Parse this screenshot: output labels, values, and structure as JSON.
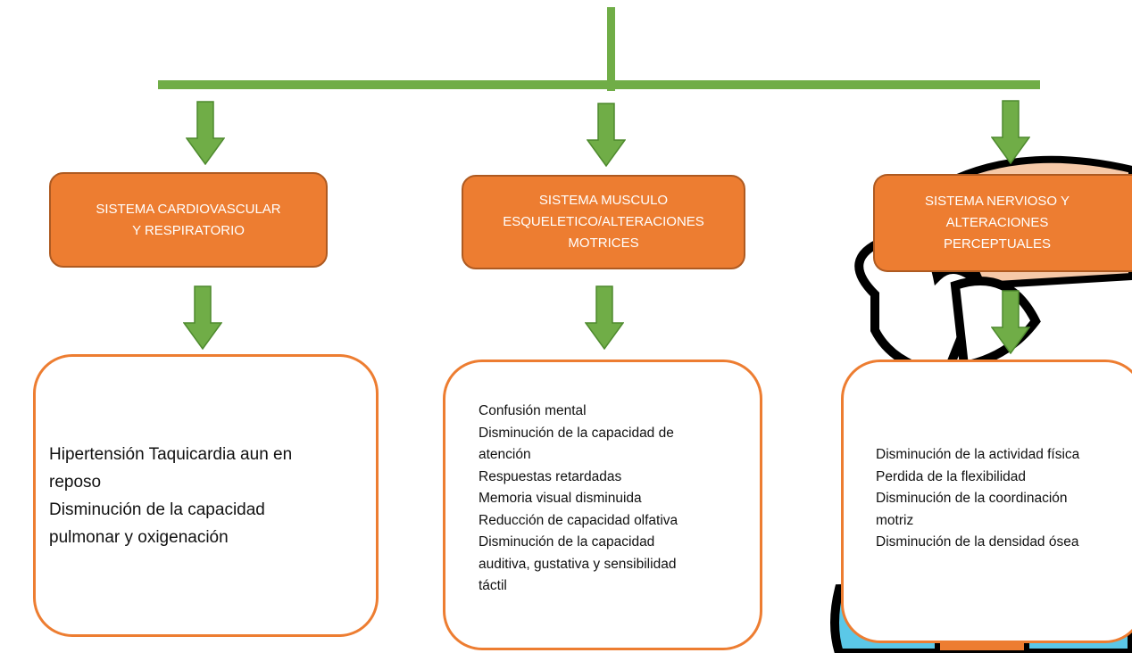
{
  "colors": {
    "connector": "#70ad47",
    "header_fill": "#ed7d31",
    "box_border": "#ed7d31",
    "header_text": "#ffffff"
  },
  "columns": [
    {
      "header": [
        "SISTEMA CARDIOVASCULAR",
        "Y RESPIRATORIO"
      ],
      "items": [
        "Hipertensión Taquicardia aun en",
        "reposo",
        "Disminución de la capacidad",
        "pulmonar y oxigenación"
      ]
    },
    {
      "header": [
        "SISTEMA MUSCULO",
        "ESQUELETICO/ALTERACIONES",
        "MOTRICES"
      ],
      "items": [
        "Confusión mental",
        "Disminución de la capacidad de",
        "atención",
        "Respuestas retardadas",
        "Memoria visual disminuida",
        "Reducción de capacidad olfativa",
        "Disminución de la capacidad",
        "auditiva, gustativa y sensibilidad",
        "táctil"
      ]
    },
    {
      "header": [
        "SISTEMA NERVIOSO Y",
        "ALTERACIONES",
        "PERCEPTUALES"
      ],
      "items": [
        "Disminución de la actividad física",
        "Perdida de la flexibilidad",
        "Disminución de la coordinación",
        "motriz",
        "Disminución de la densidad ósea"
      ]
    }
  ],
  "background_image": "cartoon-character-clipart"
}
